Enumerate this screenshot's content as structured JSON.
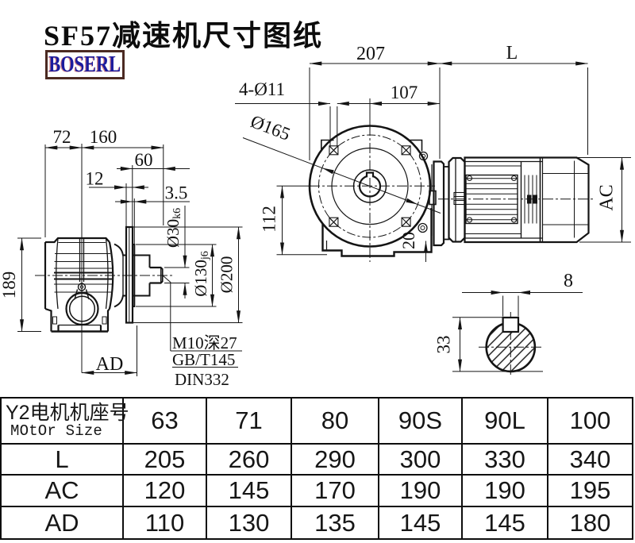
{
  "page": {
    "title": "SF57减速机尺寸图纸",
    "logo_text": "BOSERL",
    "background_color": "#ffffff",
    "line_color": "#141414",
    "logo_border_color": "#4b2a22",
    "logo_text_color": "#1b1b9e"
  },
  "drawing": {
    "side_view": {
      "dim_72": "72",
      "dim_160": "160",
      "dim_60": "60",
      "dim_12": "12",
      "dim_3_5": "3.5",
      "dim_189": "189",
      "dim_ad": "AD",
      "dim_shaft_dia": "Ø30",
      "dim_shaft_tol": "k6",
      "dim_spigot_dia": "Ø130",
      "dim_spigot_tol": "j6",
      "dim_flange_dia": "Ø200",
      "tap_note_line1": "M10深27",
      "tap_note_line2": "GB/T145",
      "tap_note_line3": "DIN332"
    },
    "front_view": {
      "dim_207": "207",
      "dim_l": "L",
      "dim_107": "107",
      "dim_bolt_holes": "4-Ø11",
      "dim_bolt_circle": "Ø165",
      "dim_112": "112",
      "dim_20": "20"
    },
    "motor_view": {
      "dim_ac": "AC"
    },
    "shaft_section": {
      "dim_key_width": "8",
      "dim_shaft_height": "33"
    }
  },
  "table": {
    "header": {
      "title_cn": "Y2电机机座号",
      "title_en": "MOtOr Size",
      "motor_sizes": [
        "63",
        "71",
        "80",
        "90S",
        "90L",
        "100"
      ]
    },
    "rows": [
      {
        "label": "L",
        "values": [
          "205",
          "260",
          "290",
          "300",
          "330",
          "340"
        ]
      },
      {
        "label": "AC",
        "values": [
          "120",
          "145",
          "170",
          "190",
          "190",
          "195"
        ]
      },
      {
        "label": "AD",
        "values": [
          "110",
          "130",
          "135",
          "145",
          "145",
          "180"
        ]
      }
    ]
  }
}
